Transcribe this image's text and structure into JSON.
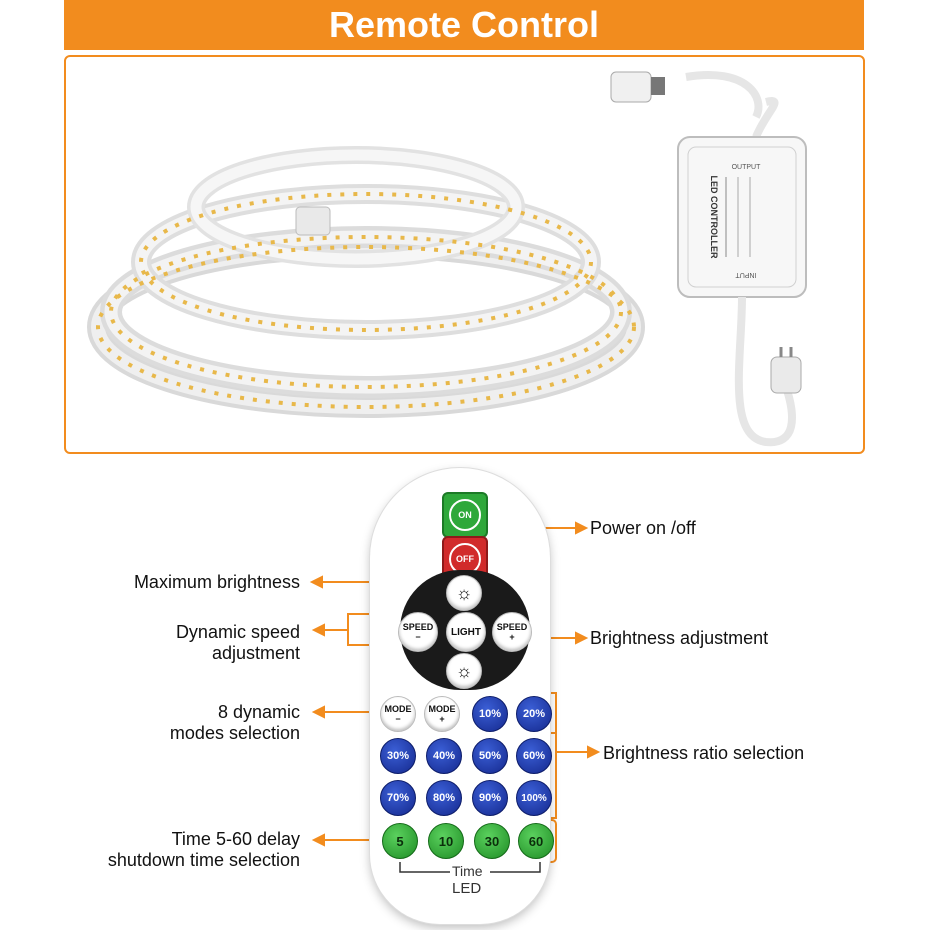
{
  "banner": {
    "title": "Remote Control"
  },
  "controller": {
    "title": "LED CONTROLLER",
    "output": "OUTPUT",
    "input": "INPUT"
  },
  "remote": {
    "power_on": "ON",
    "power_off": "OFF",
    "speed_minus": "SPEED",
    "speed_plus": "SPEED",
    "light": "LIGHT",
    "mode_minus": "MODE",
    "mode_plus": "MODE",
    "minus_sign": "−",
    "plus_sign": "+",
    "brightness_ratios": [
      "10%",
      "20%",
      "30%",
      "40%",
      "50%",
      "60%",
      "70%",
      "80%",
      "90%",
      "100%"
    ],
    "time_values": [
      "5",
      "10",
      "30",
      "60"
    ],
    "time_label": "Time",
    "brand": "LED"
  },
  "annotations": {
    "power": "Power on /off",
    "max_brightness": "Maximum brightness",
    "dynamic_speed": "Dynamic speed\nadjustment",
    "brightness_adjust": "Brightness adjustment",
    "dynamic_modes": "8 dynamic\nmodes selection",
    "brightness_ratio": "Brightness ratio selection",
    "time_delay": "Time 5-60 delay\nshutdown time selection"
  },
  "colors": {
    "accent": "#f28c1e",
    "blue_button": "#1f3aa8",
    "green_button": "#2ea83a",
    "power_on": "#2ea83a",
    "power_off": "#d12b2b"
  }
}
